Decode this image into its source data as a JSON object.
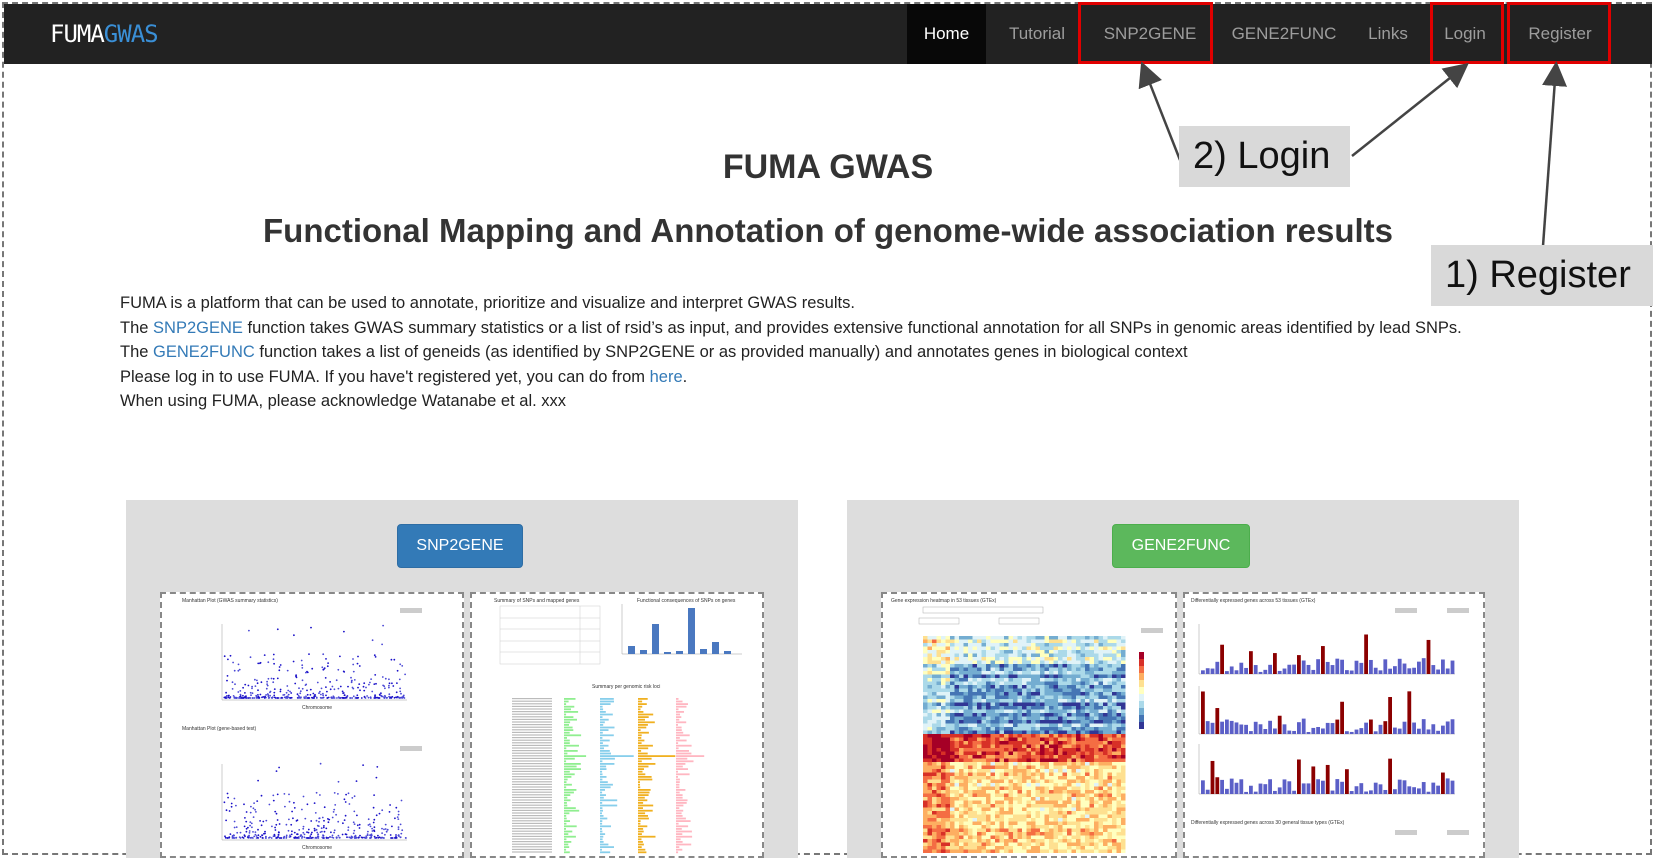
{
  "brand": {
    "part1": "FUMA",
    "part2": "GWAS"
  },
  "nav": {
    "items": [
      {
        "label": "Home"
      },
      {
        "label": "Tutorial"
      },
      {
        "label": "SNP2GENE"
      },
      {
        "label": "GENE2FUNC"
      },
      {
        "label": "Links"
      },
      {
        "label": "Login"
      },
      {
        "label": "Register"
      }
    ]
  },
  "annotations": {
    "login": "2) Login",
    "register": "1) Register",
    "highlight_color": "#e00000"
  },
  "page": {
    "title": "FUMA GWAS",
    "subtitle": "Functional Mapping and Annotation of genome-wide association results"
  },
  "intro": {
    "line1": "FUMA is a platform that can be used to annotate, prioritize and visualize and interpret GWAS results.",
    "line2_pre": "The ",
    "line2_link": "SNP2GENE",
    "line2_post": " function takes GWAS summary statistics or a list of rsid’s as input, and provides extensive functional annotation for all SNPs in genomic areas identified by lead SNPs.",
    "line3_pre": "The ",
    "line3_link": "GENE2FUNC",
    "line3_post": " function takes a list of geneids (as identified by SNP2GENE or as provided manually) and annotates genes in biological context",
    "line4_pre": "Please log in to use FUMA. If you have't registered yet, you can do from ",
    "line4_link": "here",
    "line4_post": ".",
    "line5": "When using FUMA, please acknowledge Watanabe et al. xxx"
  },
  "panels": {
    "snp2gene": {
      "button": "SNP2GENE"
    },
    "gene2func": {
      "button": "GENE2FUNC"
    }
  },
  "thumbs": {
    "manhattan1": {
      "title": "Manhattan Plot (GWAS summary statistics)",
      "xlabel": "Chromosome"
    },
    "manhattan2": {
      "title": "Manhattan Plot (gene-based test)",
      "xlabel": "Chromosome"
    },
    "summary": {
      "title": "Summary of SNPs and mapped genes",
      "consequences": "Functional consequences of SNPs on genes",
      "risk_loci": "Summary per genomic risk loci"
    },
    "heatmap": {
      "title": "Gene expression heatmap in 53 tissues (GTEx)"
    },
    "deg": {
      "title": "Differentially expressed genes across 53 tissues (GTEx)",
      "title2": "Differentially expressed genes across 30 general tissue types (GTEx)"
    }
  },
  "colors": {
    "nav_bg": "#222222",
    "primary": "#337ab7",
    "success": "#5cb85c",
    "link": "#337ab7"
  }
}
